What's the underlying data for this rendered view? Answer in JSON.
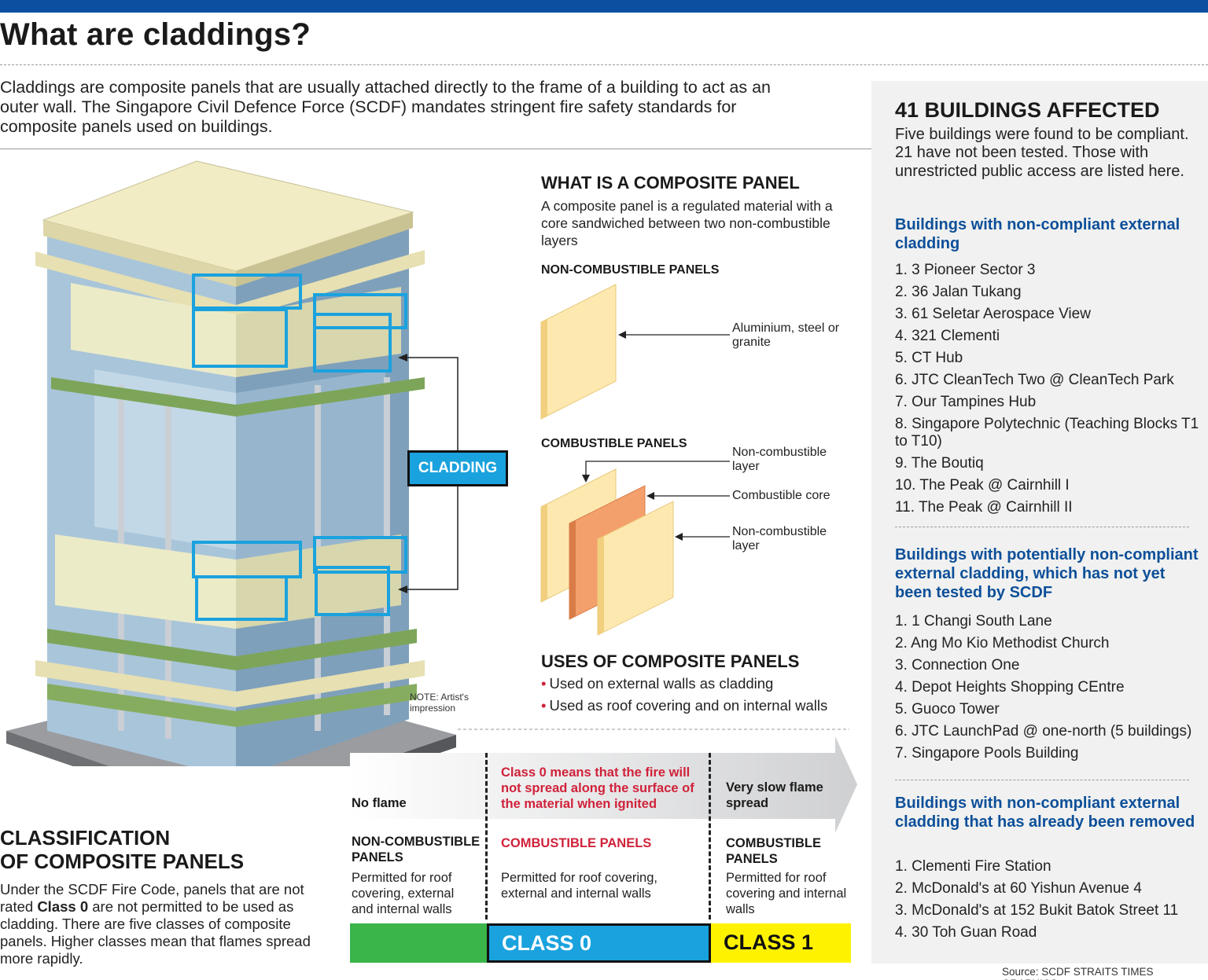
{
  "header": {
    "title": "What are claddings?",
    "intro": "Claddings are composite panels that are usually attached directly to the frame of a building to act as an outer wall. The Singapore Civil Defence Force (SCDF) mandates stringent fire safety standards for composite panels used on buildings."
  },
  "composite": {
    "heading": "WHAT IS A COMPOSITE PANEL",
    "description": "A composite panel is a regulated material with a core sandwiched between two non-combustible layers",
    "noncomb_label": "NON-COMBUSTIBLE PANELS",
    "noncomb_note": "Aluminium, steel or granite",
    "comb_label": "COMBUSTIBLE PANELS",
    "layer_top": "Non-combustible layer",
    "core": "Combustible core",
    "layer_bottom": "Non-combustible layer"
  },
  "building": {
    "cladding_label": "CLADDING",
    "note": "NOTE: Artist's impression"
  },
  "uses": {
    "heading": "USES OF COMPOSITE PANELS",
    "items": [
      "Used on external walls as cladding",
      "Used as roof covering and on internal walls"
    ]
  },
  "classification": {
    "heading_line1": "CLASSIFICATION",
    "heading_line2": "OF COMPOSITE PANELS",
    "desc_before": "Under the SCDF Fire Code, panels that are not rated ",
    "desc_bold": "Class 0",
    "desc_after": " are not permitted to be used as cladding. There are five classes of composite panels. Higher classes mean that flames spread more rapidly.",
    "columns": [
      {
        "top": "No flame",
        "label": "NON-COMBUSTIBLE PANELS",
        "desc": "Permitted for roof covering, external and internal walls"
      },
      {
        "top": "Class 0 means that the fire will not spread along the surface of the material when ignited",
        "label": "COMBUSTIBLE PANELS",
        "desc": "Permitted for roof covering, external and internal walls"
      },
      {
        "top": "Very slow flame spread",
        "label": "COMBUSTIBLE PANELS",
        "desc": "Permitted for roof covering and internal walls"
      }
    ],
    "class0": "CLASS 0",
    "class1": "CLASS 1",
    "colors": {
      "green": "#3ab54a",
      "blue": "#1aa2de",
      "yellow": "#fff200",
      "red": "#d0223a"
    }
  },
  "sidebar": {
    "heading": "41 BUILDINGS AFFECTED",
    "desc": "Five buildings were found to be compliant. 21 have not been tested. Those with unrestricted public access are listed here.",
    "noncompliant": {
      "title": "Buildings with non-compliant external cladding",
      "items": [
        "1. 3 Pioneer Sector 3",
        "2. 36 Jalan Tukang",
        "3. 61 Seletar Aerospace View",
        "4. 321 Clementi",
        "5. CT Hub",
        "6. JTC CleanTech Two @ CleanTech Park",
        "7. Our Tampines Hub",
        "8. Singapore Polytechnic (Teaching Blocks T1 to T10)",
        "9. The Boutiq",
        "10. The Peak @ Cairnhill I",
        "11. The Peak @ Cairnhill II"
      ]
    },
    "potential": {
      "title": "Buildings with potentially non-compliant external cladding, which has not yet been tested by SCDF",
      "items": [
        "1. 1 Changi South Lane",
        "2. Ang Mo Kio Methodist Church",
        "3. Connection One",
        "4. Depot Heights Shopping CEntre",
        "5. Guoco Tower",
        "6. JTC LaunchPad @ one-north (5 buildings)",
        "7. Singapore Pools Building"
      ]
    },
    "removed": {
      "title": "Buildings with non-compliant external cladding that has already been removed",
      "items": [
        "1. Clementi Fire Station",
        "2. McDonald's at 60 Yishun Avenue 4",
        "3. McDonald's at 152 Bukit Batok Street 11",
        "4. 30 Toh Guan Road"
      ]
    }
  },
  "source": "Source: SCDF   STRAITS TIMES GRAPHICS",
  "accent": "#0b4fa0"
}
